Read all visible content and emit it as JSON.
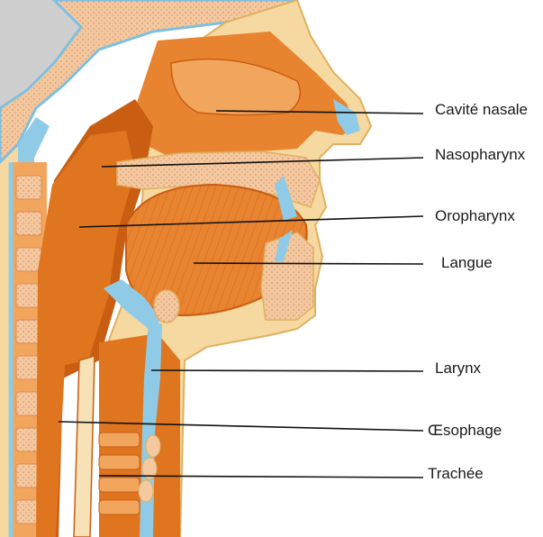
{
  "diagram": {
    "labels": [
      {
        "id": "nasal",
        "text": "Cavité nasale"
      },
      {
        "id": "nasopharynx",
        "text": "Nasopharynx"
      },
      {
        "id": "oropharynx",
        "text": "Oropharynx"
      },
      {
        "id": "tongue",
        "text": "Langue"
      },
      {
        "id": "larynx",
        "text": "Larynx"
      },
      {
        "id": "esophagus",
        "text": "Œsophage"
      },
      {
        "id": "trachea",
        "text": "Trachée"
      }
    ],
    "colors": {
      "skin": "#f5d9a0",
      "skin_outline": "#e0b060",
      "muscle": "#e8842f",
      "muscle_dark": "#c95d12",
      "tissue_light": "#f2a55c",
      "bone": "#f4c9a0",
      "bone_dot": "#d99870",
      "csf": "#8fcbe6",
      "brain": "#c8c8c8",
      "cartilage": "#f7e2b8",
      "leader": "#111111"
    }
  }
}
